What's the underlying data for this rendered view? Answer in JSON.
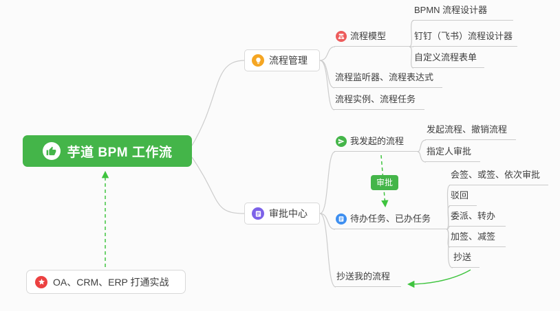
{
  "colors": {
    "root_green": "#44B549",
    "connector_gray": "#CCCCCC",
    "arrow_green": "#3FC43F",
    "badge_green": "#44B549",
    "lightbulb_orange": "#F5A623",
    "model_red": "#ED5C5C",
    "approval_purple": "#7C62E8",
    "initiated_green": "#44B549",
    "tasks_blue": "#3E8FF0",
    "star_red": "#EC4141"
  },
  "root": {
    "label": "芋道 BPM 工作流",
    "icon": "thumbs-up-icon"
  },
  "branch_process": {
    "label": "流程管理",
    "icon": "lightbulb-icon",
    "model": {
      "label": "流程模型",
      "icon": "flow-model-icon",
      "children": {
        "bpmn": "BPMN 流程设计器",
        "dingtalk": "钉钉（飞书）流程设计器",
        "custom_form": "自定义流程表单"
      }
    },
    "listener": "流程监听器、流程表达式",
    "instance": "流程实例、流程任务"
  },
  "branch_approval": {
    "label": "审批中心",
    "icon": "checklist-icon",
    "my_initiated": {
      "label": "我发起的流程",
      "icon": "send-icon",
      "children": {
        "initiate_cancel": "发起流程、撤销流程",
        "assignee": "指定人审批"
      }
    },
    "approval_badge": "审批",
    "todo_done": {
      "label": "待办任务、已办任务",
      "icon": "tasks-icon",
      "children": {
        "countersign": "会签、或签、依次审批",
        "reject": "驳回",
        "delegate": "委派、转办",
        "add_reduce_sign": "加签、减签",
        "cc": "抄送"
      }
    },
    "cc_my": "抄送我的流程"
  },
  "integration": {
    "label": "OA、CRM、ERP 打通实战",
    "icon": "star-icon"
  }
}
